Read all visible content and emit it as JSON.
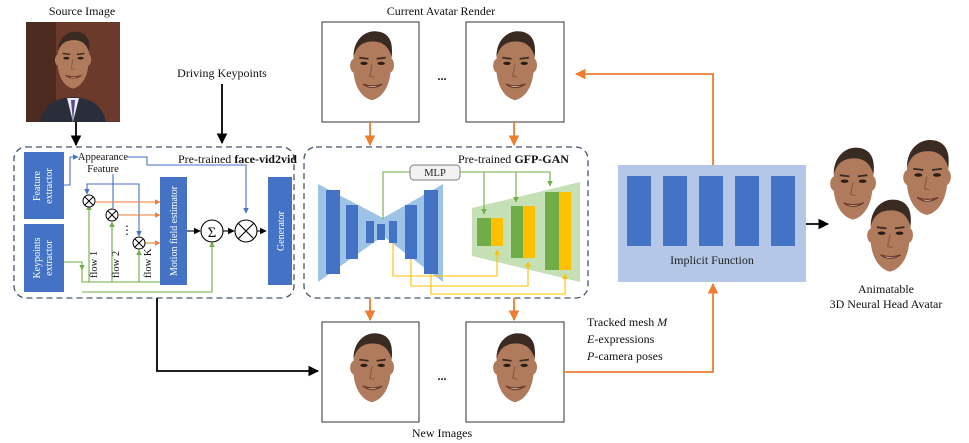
{
  "labels": {
    "source_image": "Source Image",
    "current_avatar_render": "Current Avatar Render",
    "driving_keypoints": "Driving Keypoints",
    "facevid2vid_prefix": "Pre-trained ",
    "facevid2vid_bold": "face-vid2vid",
    "gfpgan_prefix": "Pre-trained ",
    "gfpgan_bold": "GFP-GAN",
    "appearance_feature_1": "Appearance",
    "appearance_feature_2": "Feature",
    "feature_extractor_1": "Feature",
    "feature_extractor_2": "extractor",
    "keypoints_extractor_1": "Keypoints",
    "keypoints_extractor_2": "extractor",
    "motion_field_estimator": "Motion field estimator",
    "generator": "Generator",
    "flow_1": "flow 1",
    "flow_2": "flow 2",
    "flow_k": "flow K",
    "sum_symbol": "Σ",
    "mlp": "MLP",
    "implicit_function": "Implicit Function",
    "tracked_mesh_prefix": "Tracked mesh ",
    "tracked_mesh_var": "M",
    "e_expressions_var": "E",
    "e_expressions": "-expressions",
    "p_camera_var": "P",
    "p_camera": "-camera poses",
    "new_images": "New Images",
    "avatar_title_1": "Animatable",
    "avatar_title_2": "3D Neural Head Avatar",
    "ellipsis": "...",
    "vdots": "⋮"
  },
  "colors": {
    "block_blue": "#4472c4",
    "panel_blue": "#b4c7e7",
    "arrow_orange": "#ed7d31",
    "arrow_green": "#70ad47",
    "arrow_yellow": "#ffc000",
    "arrow_blue": "#4472c4",
    "dashed_border": "#44546a"
  }
}
